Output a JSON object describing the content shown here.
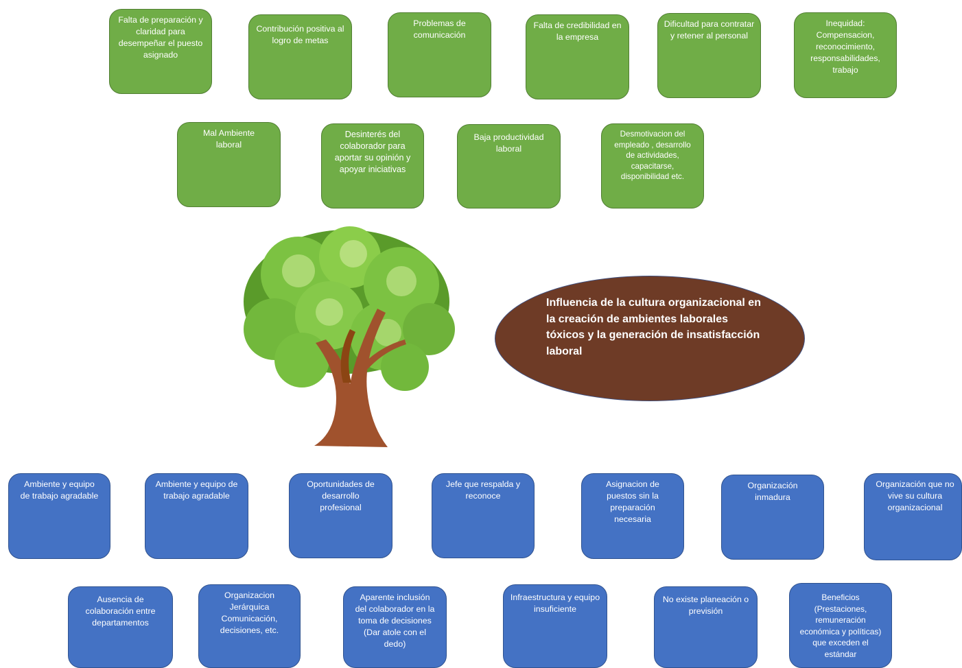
{
  "title": "Influencia de la cultura organizacional en la creación de ambientes laborales tóxicos y la generación de insatisfacción laboral",
  "colors": {
    "green": "#70ad47",
    "blue": "#4472c4",
    "ellipse": "#6e3b26",
    "trunk": "#a0522d",
    "foliage": "#7cc242"
  },
  "tree": {
    "icon": "tree-icon"
  },
  "effects_row1": [
    "Falta de preparación y claridad para desempeñar el puesto asignado",
    "Contribución positiva  al logro de metas",
    "Problemas de comunicación",
    "Falta de credibilidad en la empresa",
    "Dificultad para contratar y retener al personal",
    "Inequidad: Compensacion, reconocimiento, responsabilidades, trabajo"
  ],
  "effects_row2": [
    "Mal Ambiente laboral",
    "Desinterés del colaborador para aportar su opinión y apoyar iniciativas",
    "Baja productividad laboral",
    "Desmotivacion del empleado , desarrollo de actividades, capacitarse, disponibilidad etc."
  ],
  "causes_row1": [
    "Ambiente y equipo de trabajo agradable",
    "Ambiente y equipo de trabajo agradable",
    "Oportunidades de desarrollo profesional",
    "Jefe que respalda y reconoce",
    "Asignacion de puestos sin la preparación necesaria",
    "Organización inmadura",
    "Organización que no vive su cultura organizacional"
  ],
  "causes_row2": [
    "Ausencia de colaboración entre departamentos",
    "Organizacion Jerárquica Comunicación, decisiones, etc.",
    "Aparente inclusión del colaborador en la toma de decisiones (Dar atole con el dedo)",
    "Infraestructura y equipo insuficiente",
    "No existe planeación o previsión",
    "Beneficios (Prestaciones, remuneración económica  y políticas)  que exceden el estándar"
  ]
}
